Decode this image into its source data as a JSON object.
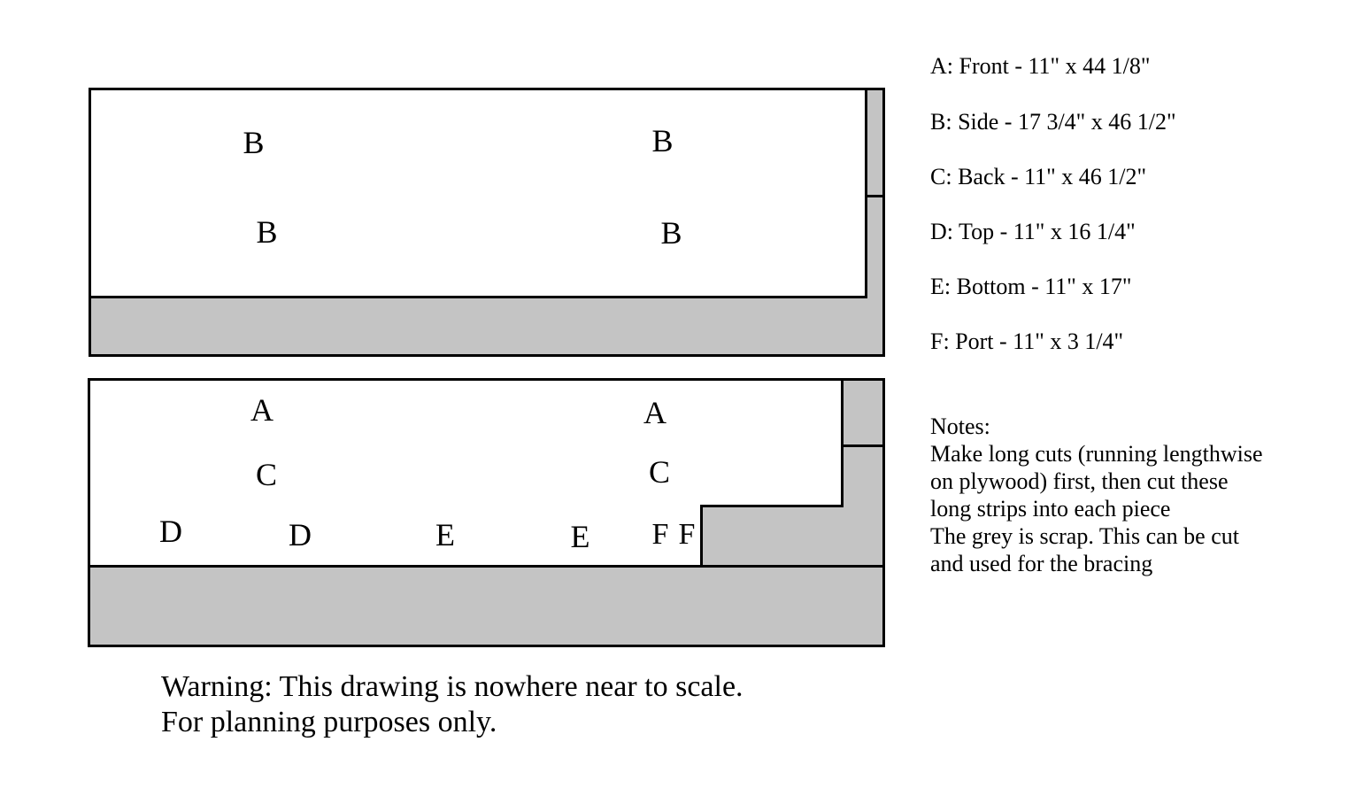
{
  "sheet1": {
    "pieces": [
      "B",
      "B",
      "B",
      "B"
    ]
  },
  "sheet2": {
    "pieces": [
      "A",
      "A",
      "C",
      "C",
      "D",
      "D",
      "E",
      "E",
      "F",
      "F"
    ]
  },
  "legend": [
    "A: Front - 11\" x 44 1/8\"",
    "B: Side - 17 3/4\" x 46 1/2\"",
    "C: Back - 11\" x 46 1/2\"",
    "D: Top - 11\" x 16 1/4\"",
    "E: Bottom - 11\" x 17\"",
    "F: Port - 11\" x 3 1/4\""
  ],
  "notes": {
    "heading": "Notes:",
    "lines": [
      "Make long cuts (running lengthwise",
      "on plywood) first, then cut these",
      "long strips into each piece",
      "The grey is scrap. This can be cut",
      "and used for the bracing"
    ]
  },
  "warning": {
    "line1": "Warning: This drawing is nowhere near to scale.",
    "line2": "For planning purposes only."
  },
  "colors": {
    "scrap": "#c4c4c4",
    "piece": "#ffffff",
    "outline": "#000000"
  }
}
